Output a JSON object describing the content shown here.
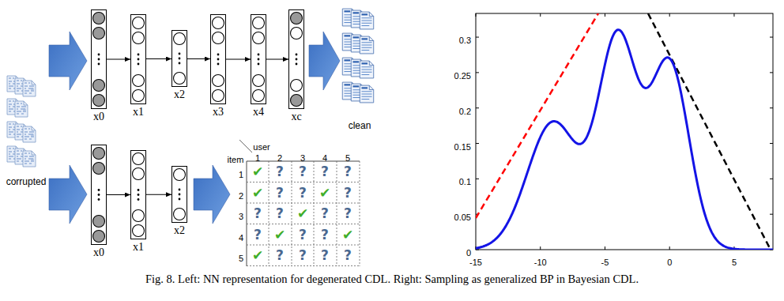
{
  "diagram": {
    "caption": "Fig. 8. Left: NN representation for degenerated CDL. Right: Sampling as generalized BP in Bayesian CDL.",
    "nodes": [
      {
        "text": [
          "x0"
        ]
      },
      {
        "text": [
          "x1"
        ]
      },
      {
        "text": [
          "x2"
        ]
      },
      {
        "text": [
          "x3"
        ]
      },
      {
        "text": [
          "x4"
        ]
      },
      {
        "text": [
          "xc"
        ]
      },
      {
        "text": [
          "x0"
        ]
      },
      {
        "text": [
          "x1"
        ]
      },
      {
        "text": [
          "x2"
        ]
      }
    ],
    "edges": [
      {
        "from": 0,
        "to": 1,
        "arrow": "to"
      },
      {
        "from": 1,
        "to": 2,
        "arrow": "to"
      },
      {
        "from": 2,
        "to": 3,
        "arrow": "to"
      },
      {
        "from": 3,
        "to": 4,
        "arrow": "to"
      },
      {
        "from": 4,
        "to": 5,
        "arrow": "to"
      },
      {
        "from": 6,
        "to": 7,
        "arrow": "to"
      },
      {
        "from": 7,
        "to": 8,
        "arrow": "to"
      }
    ],
    "labels": [
      "corrupted",
      "clean",
      "user",
      "item",
      "1",
      "2",
      "3",
      "4",
      "5",
      "1",
      "✔",
      "?",
      "?",
      "?",
      "?",
      "2",
      "✔",
      "?",
      "?",
      "✔",
      "?",
      "3",
      "?",
      "?",
      "✔",
      "?",
      "?",
      "4",
      "?",
      "✔",
      "?",
      "?",
      "✔",
      "5",
      "✔",
      "?",
      "?",
      "?",
      "?",
      "0.3",
      "0.25",
      "0.2",
      "0.15",
      "0.1",
      "0.05",
      "0",
      "-15",
      "-10",
      "-5",
      "0",
      "5"
    ]
  }
}
